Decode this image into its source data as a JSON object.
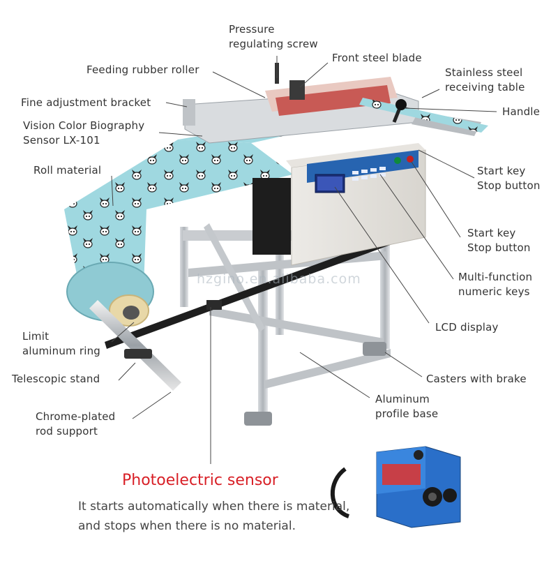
{
  "labels": {
    "pressure_screw": [
      "Pressure",
      "regulating screw"
    ],
    "front_blade": "Front steel blade",
    "feeding_roller": "Feeding rubber roller",
    "stainless_table": [
      "Stainless steel",
      "receiving table"
    ],
    "fine_bracket": "Fine adjustment bracket",
    "handle": "Handle",
    "vision_sensor": [
      "Vision Color Biography",
      "Sensor LX-101"
    ],
    "start_stop_1": [
      "Start key",
      "Stop button"
    ],
    "roll_material": "Roll material",
    "start_stop_2": [
      "Start key",
      "Stop button"
    ],
    "numeric_keys": [
      "Multi-function",
      "numeric keys"
    ],
    "lcd_display": "LCD display",
    "limit_ring": [
      "Limit",
      "aluminum ring"
    ],
    "telescopic_stand": "Telescopic stand",
    "casters": "Casters with brake",
    "aluminum_base": [
      "Aluminum",
      "profile base"
    ],
    "chrome_rod": [
      "Chrome-plated",
      "rod support"
    ]
  },
  "watermark": "hzgino.en.alibaba.com",
  "sensor": {
    "title": "Photoelectric sensor",
    "description": [
      "It starts automatically when there is material,",
      "and stops when there is no material."
    ]
  },
  "colors": {
    "accent_red": "#d81f26",
    "roll_blue": "#9fd8e0",
    "panel_blue": "#1f5fa8",
    "sensor_blue": "#2a6fc9",
    "frame_gray": "#b8bcc0"
  }
}
